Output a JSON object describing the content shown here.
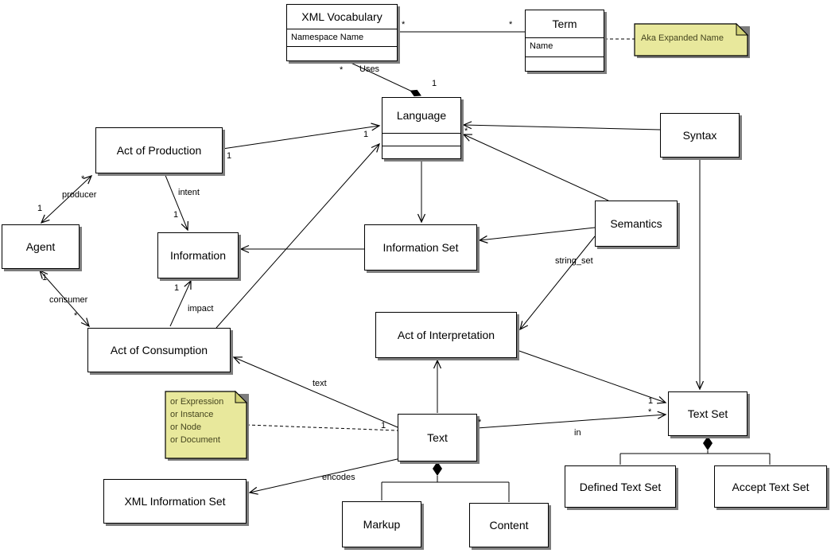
{
  "diagram": {
    "nodes": {
      "xml_vocabulary": {
        "title": "XML Vocabulary",
        "attributes": [
          "Namespace Name"
        ]
      },
      "term": {
        "title": "Term",
        "attributes": [
          "Name"
        ]
      },
      "language": {
        "title": "Language"
      },
      "syntax": {
        "title": "Syntax"
      },
      "act_of_production": {
        "title": "Act of Production"
      },
      "agent": {
        "title": "Agent"
      },
      "information": {
        "title": "Information"
      },
      "information_set": {
        "title": "Information Set"
      },
      "semantics": {
        "title": "Semantics"
      },
      "act_of_interpretation": {
        "title": "Act of Interpretation"
      },
      "act_of_consumption": {
        "title": "Act of Consumption"
      },
      "text": {
        "title": "Text"
      },
      "text_set": {
        "title": "Text Set"
      },
      "xml_information_set": {
        "title": "XML Information Set"
      },
      "markup": {
        "title": "Markup"
      },
      "content": {
        "title": "Content"
      },
      "defined_text_set": {
        "title": "Defined Text Set"
      },
      "accept_text_set": {
        "title": "Accept Text Set"
      }
    },
    "notes": {
      "aka": {
        "text": "Aka Expanded Name"
      },
      "aliases": {
        "lines": [
          "or Expression",
          "or Instance",
          "or Node",
          "or Document"
        ]
      }
    },
    "edge_labels": {
      "uses": "Uses",
      "producer": "producer",
      "consumer": "consumer",
      "intent": "intent",
      "impact": "impact",
      "string_set": "string_set",
      "text": "text",
      "in": "in",
      "encodes": "encodes"
    },
    "multiplicity": {
      "one": "1",
      "many": "*"
    }
  },
  "colors": {
    "background": "#ffffff",
    "box_fill": "#ffffff",
    "box_border": "#000000",
    "line": "#000000",
    "shadow": "#7d7d7d",
    "note_fill": "#e8e89c",
    "note_fold": "#d2d276"
  }
}
